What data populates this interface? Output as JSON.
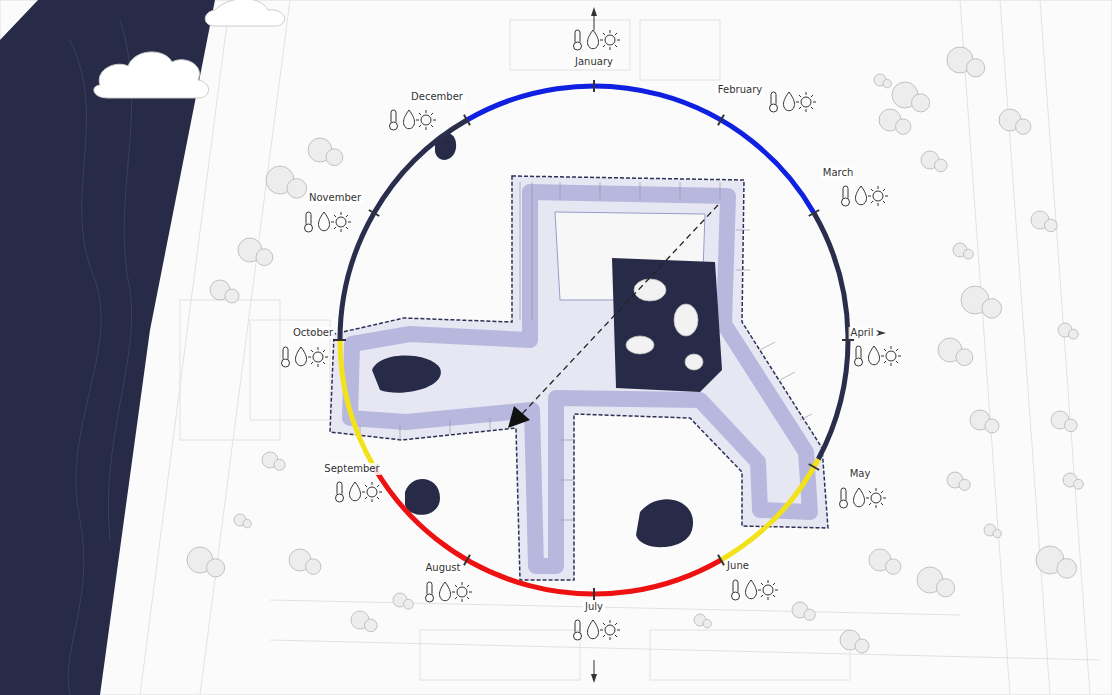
{
  "diagram": {
    "labels": [
      "January",
      "February",
      "December",
      "November",
      "March",
      "October",
      "April",
      "September",
      "May",
      "August",
      "June",
      "July"
    ]
  }
}
